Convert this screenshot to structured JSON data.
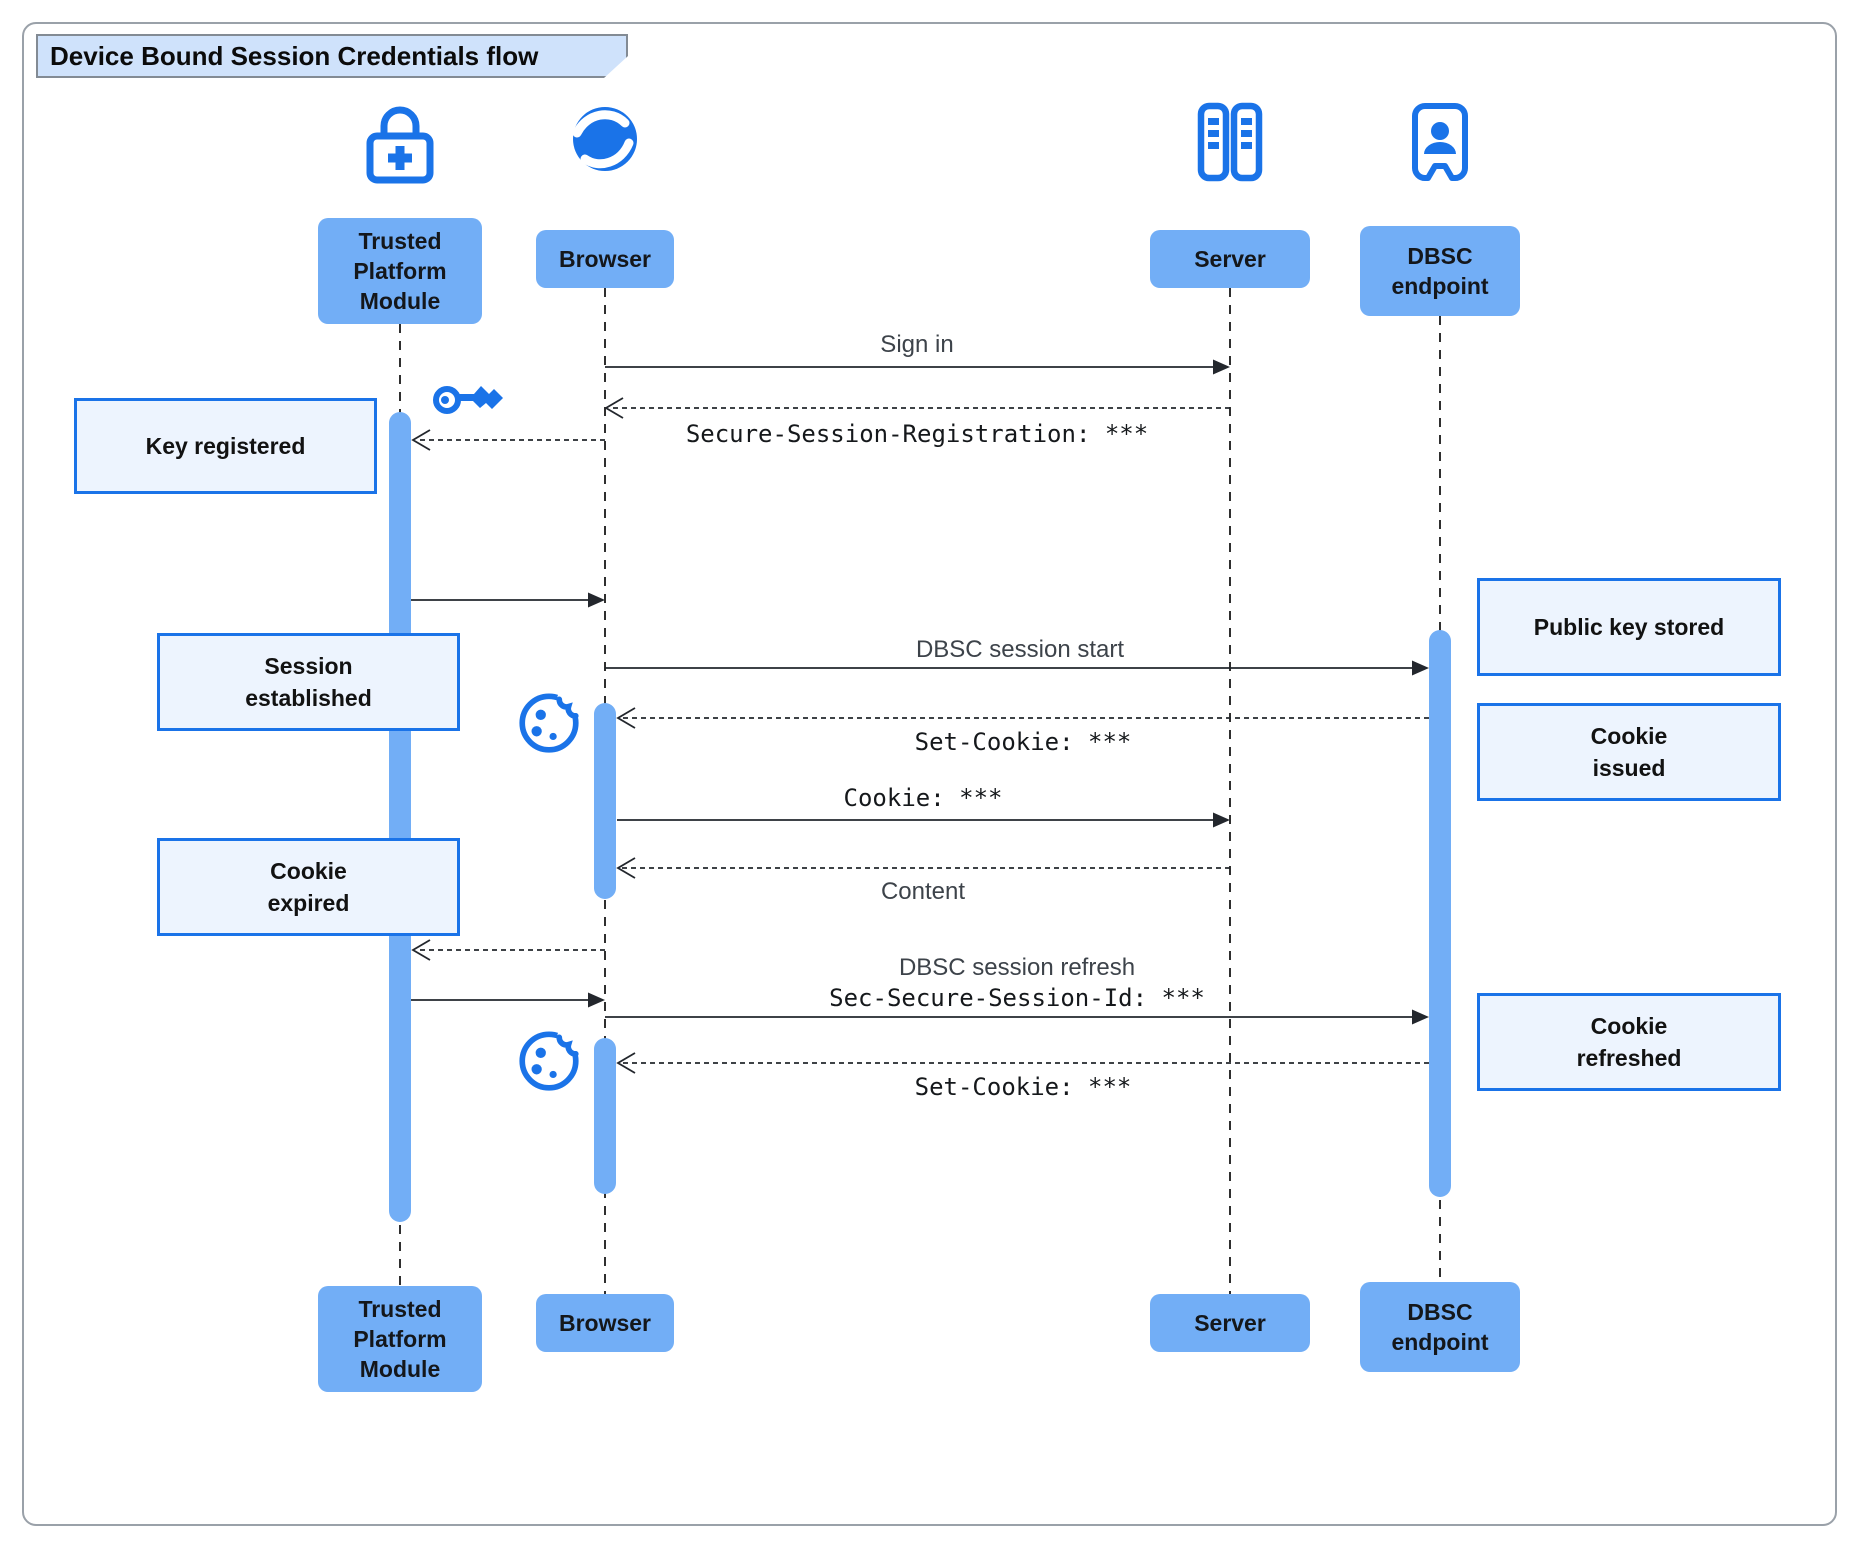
{
  "title": "Device Bound Session Credentials flow",
  "actors": {
    "tpm": {
      "lines": [
        "Trusted",
        "Platform",
        "Module"
      ]
    },
    "browser": {
      "label": "Browser"
    },
    "server": {
      "label": "Server"
    },
    "dbsc": {
      "lines": [
        "DBSC",
        "endpoint"
      ]
    }
  },
  "icons": {
    "tpm": "lock-plus-icon",
    "browser": "globe-icon",
    "server": "server-rack-icon",
    "dbsc": "endpoint-person-icon",
    "key": "key-icon",
    "cookie": "cookie-icon"
  },
  "messages": {
    "sign_in": "Sign in",
    "secure_session_registration": "Secure-Session-Registration: ***",
    "dbsc_session_start": "DBSC session start",
    "set_cookie_issued": "Set-Cookie: ***",
    "cookie_send": "Cookie: ***",
    "content": "Content",
    "dbsc_session_refresh": "DBSC session refresh",
    "sec_secure_session_id": "Sec-Secure-Session-Id: ***",
    "set_cookie_refreshed": "Set-Cookie: ***"
  },
  "notes": {
    "key_registered": [
      "Key registered"
    ],
    "session_established": [
      "Session",
      "established"
    ],
    "cookie_expired": [
      "Cookie",
      "expired"
    ],
    "public_key_stored": [
      "Public key stored"
    ],
    "cookie_issued": [
      "Cookie",
      "issued"
    ],
    "cookie_refreshed": [
      "Cookie",
      "refreshed"
    ]
  },
  "colors": {
    "accent": "#1a73e8",
    "actor_fill": "#72aef6",
    "note_fill": "#edf4fe",
    "note_border": "#1a73e8",
    "title_fill": "#cfe2fb"
  }
}
